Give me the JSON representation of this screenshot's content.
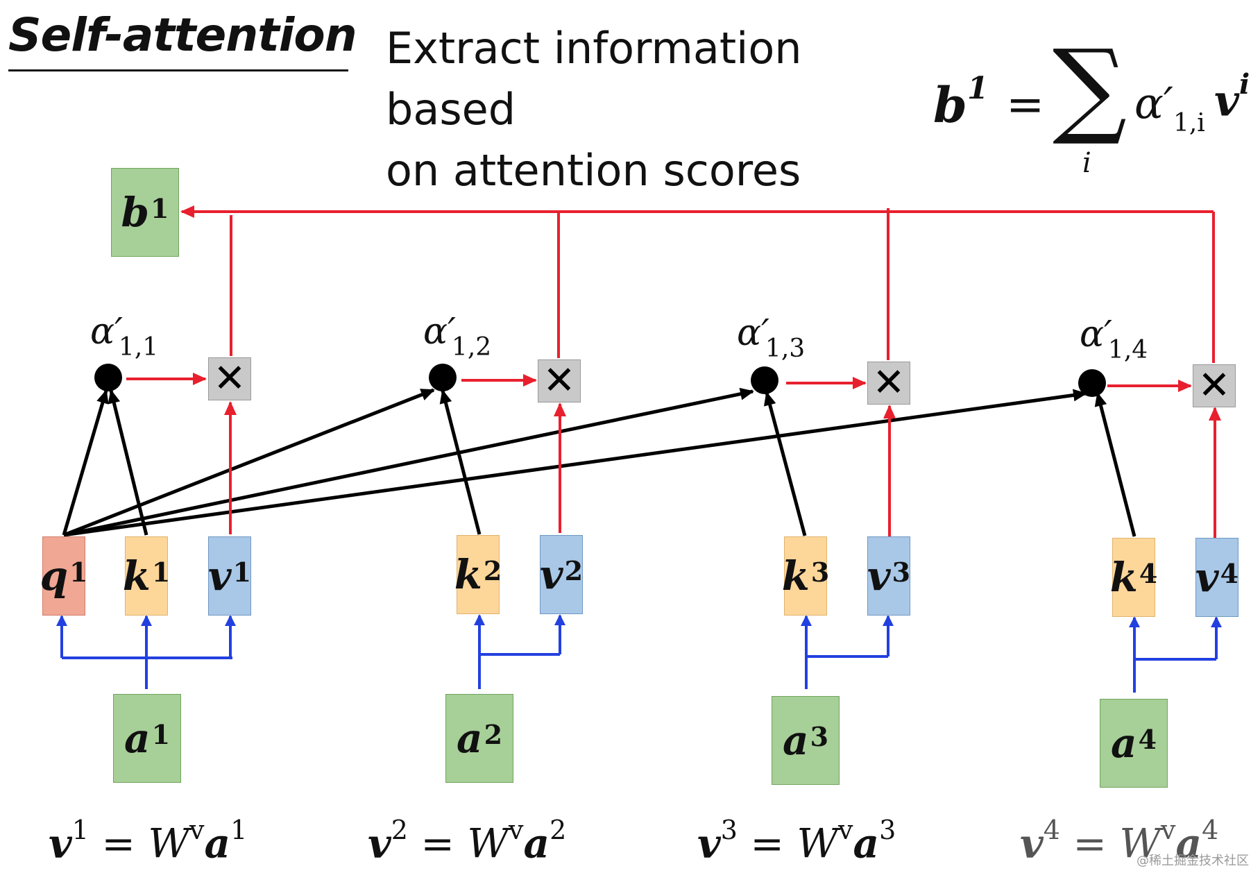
{
  "title": "Self-attention",
  "subtitle_lines": [
    "Extract information based",
    "on attention scores"
  ],
  "formula": {
    "lhs_symbol": "b",
    "lhs_sup": "1",
    "equals": "=",
    "sum_symbol": "∑",
    "sum_index": "i",
    "term_symbol": "α′",
    "term_sub": "1,i",
    "v_symbol": "v",
    "v_sup": "i"
  },
  "output": {
    "symbol": "b",
    "sup": "1"
  },
  "inputs": [
    {
      "symbol": "a",
      "sup": "1"
    },
    {
      "symbol": "a",
      "sup": "2"
    },
    {
      "symbol": "a",
      "sup": "3"
    },
    {
      "symbol": "a",
      "sup": "4"
    }
  ],
  "query": {
    "symbol": "q",
    "sup": "1"
  },
  "keys": [
    {
      "symbol": "k",
      "sup": "1"
    },
    {
      "symbol": "k",
      "sup": "2"
    },
    {
      "symbol": "k",
      "sup": "3"
    },
    {
      "symbol": "k",
      "sup": "4"
    }
  ],
  "values": [
    {
      "symbol": "v",
      "sup": "1"
    },
    {
      "symbol": "v",
      "sup": "2"
    },
    {
      "symbol": "v",
      "sup": "3"
    },
    {
      "symbol": "v",
      "sup": "4"
    }
  ],
  "scores": [
    {
      "symbol": "α′",
      "sub": "1,1"
    },
    {
      "symbol": "α′",
      "sub": "1,2"
    },
    {
      "symbol": "α′",
      "sub": "1,3"
    },
    {
      "symbol": "α′",
      "sub": "1,4"
    }
  ],
  "multiply_symbol": "✕",
  "equations": [
    {
      "lhs": "v",
      "lhs_sup": "1",
      "eq": "=",
      "w": "W",
      "w_sup": "v",
      "rhs": "a",
      "rhs_sup": "1"
    },
    {
      "lhs": "v",
      "lhs_sup": "2",
      "eq": "=",
      "w": "W",
      "w_sup": "v",
      "rhs": "a",
      "rhs_sup": "2"
    },
    {
      "lhs": "v",
      "lhs_sup": "3",
      "eq": "=",
      "w": "W",
      "w_sup": "v",
      "rhs": "a",
      "rhs_sup": "3"
    },
    {
      "lhs": "v",
      "lhs_sup": "4",
      "eq": "=",
      "w": "W",
      "w_sup": "v",
      "rhs": "a",
      "rhs_sup": "4"
    }
  ],
  "watermark": "@稀土掘金技术社区",
  "colors": {
    "arrow_red": "#e8202e",
    "arrow_blue": "#2240e0",
    "arrow_black": "#000000"
  }
}
